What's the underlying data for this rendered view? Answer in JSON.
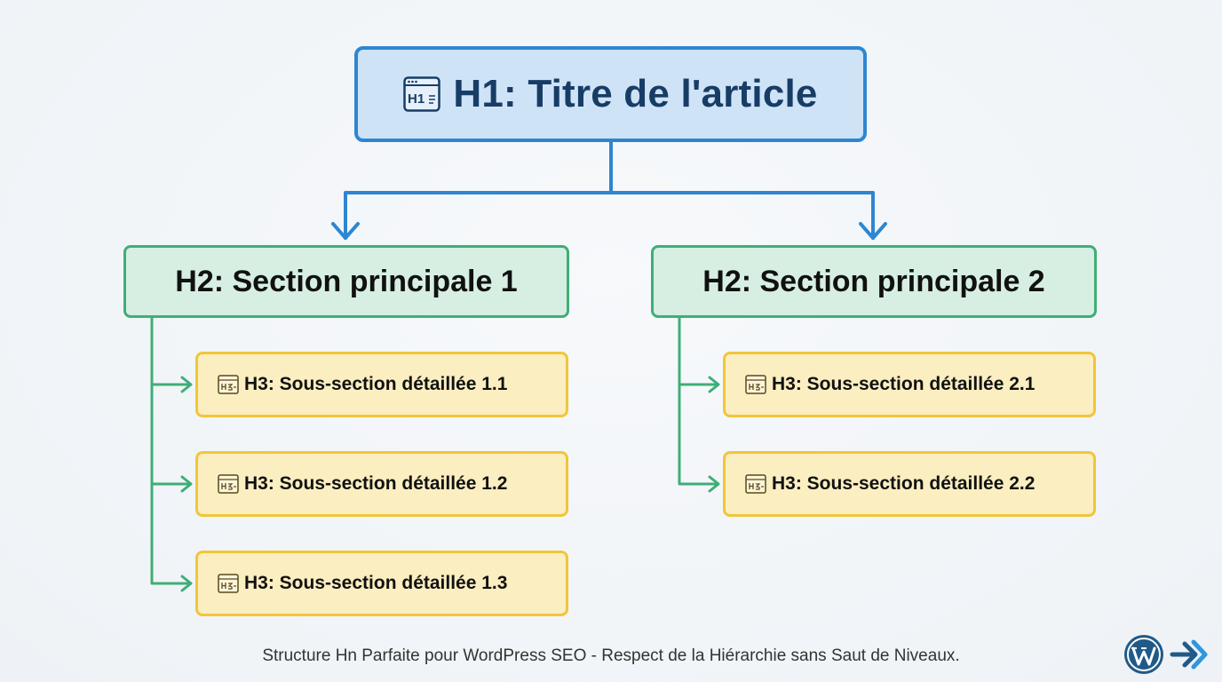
{
  "diagram": {
    "h1": {
      "label": "H1: Titre de l'article",
      "icon": "h1-window-icon",
      "icon_text": "H1"
    },
    "sections": [
      {
        "label": "H2: Section principale 1",
        "subsections": [
          {
            "label": "H3: Sous-section détaillée 1.1",
            "icon": "h3-window-icon"
          },
          {
            "label": "H3: Sous-section détaillée 1.2",
            "icon": "h3-window-icon"
          },
          {
            "label": "H3: Sous-section détaillée 1.3",
            "icon": "h3-window-icon"
          }
        ]
      },
      {
        "label": "H2: Section principale 2",
        "subsections": [
          {
            "label": "H3: Sous-section détaillée 2.1",
            "icon": "h3-window-icon"
          },
          {
            "label": "H3: Sous-section détaillée 2.2",
            "icon": "h3-window-icon"
          }
        ]
      }
    ]
  },
  "caption": "Structure Hn Parfaite pour WordPress SEO - Respect de la Hiérarchie sans Saut de Niveaux.",
  "footer_icons": [
    "wordpress-logo-icon",
    "double-chevron-right-icon"
  ],
  "colors": {
    "h1_fill": "#cfe3f7",
    "h1_border": "#2e86d1",
    "h1_text": "#173d66",
    "h2_fill": "#d6efe2",
    "h2_border": "#3fae78",
    "h3_fill": "#fbeec0",
    "h3_border": "#f0c63a"
  }
}
